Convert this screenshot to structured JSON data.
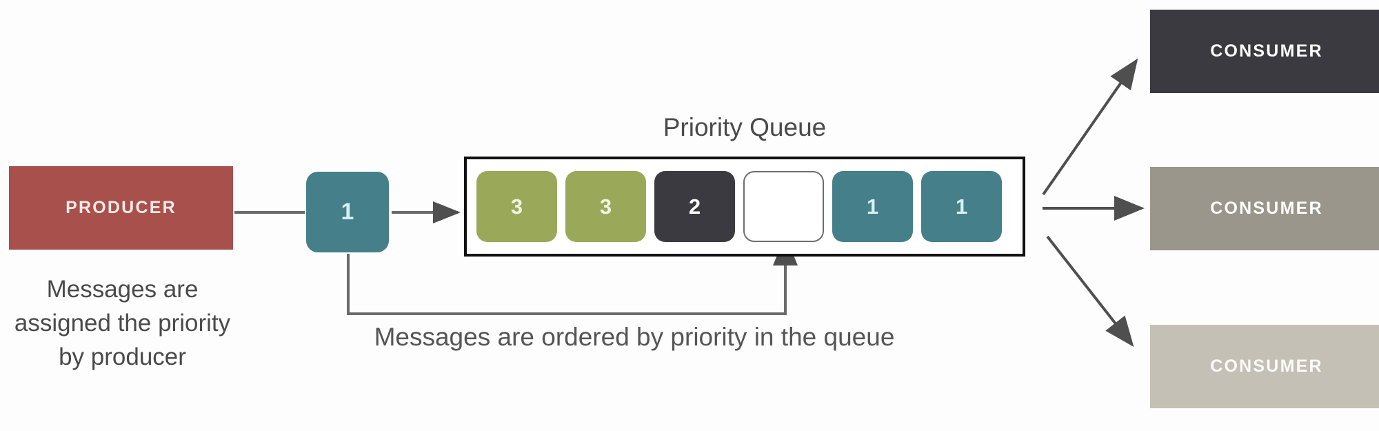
{
  "diagram": {
    "title": "Priority Queue",
    "producer": {
      "label": "PRODUCER",
      "caption": "Messages are assigned the priority by producer",
      "color": "#a8504c"
    },
    "incoming_message": {
      "priority": "1",
      "color": "#45808a"
    },
    "queue": {
      "title": "Priority Queue",
      "border_color": "#111111",
      "caption": "Messages are ordered by priority in the queue",
      "slots": [
        {
          "priority": "3",
          "state": "filled",
          "color": "#9aa85a",
          "style": "green"
        },
        {
          "priority": "3",
          "state": "filled",
          "color": "#9aa85a",
          "style": "green"
        },
        {
          "priority": "2",
          "state": "filled",
          "color": "#3a3a40",
          "style": "dark"
        },
        {
          "priority": "",
          "state": "empty",
          "color": "#ffffff",
          "style": "empty"
        },
        {
          "priority": "1",
          "state": "filled",
          "color": "#45808a",
          "style": "teal"
        },
        {
          "priority": "1",
          "state": "filled",
          "color": "#45808a",
          "style": "teal"
        }
      ]
    },
    "consumers": [
      {
        "label": "CONSUMER",
        "color": "#3a3a40"
      },
      {
        "label": "CONSUMER",
        "color": "#9a968c"
      },
      {
        "label": "CONSUMER",
        "color": "#c5c0b5"
      }
    ],
    "connectors": {
      "arrow_color": "#5a5a5a",
      "producer_to_message": "line",
      "message_to_queue": "arrow",
      "message_insert_path": "elbow-arrow-into-empty-slot",
      "queue_to_consumer_1": "diagonal-up-arrow",
      "queue_to_consumer_2": "horizontal-arrow",
      "queue_to_consumer_3": "diagonal-down-arrow"
    }
  }
}
